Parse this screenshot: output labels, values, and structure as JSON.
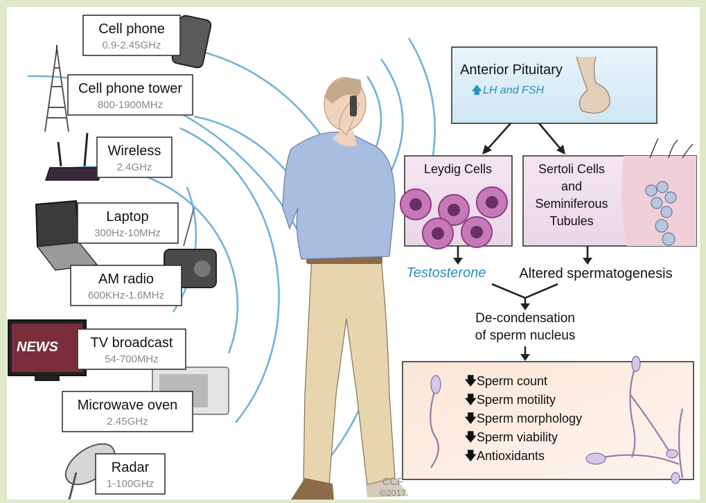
{
  "sources": [
    {
      "name": "Cell phone",
      "freq": "0.9-2.45GHz",
      "icon": "cell-phone-icon"
    },
    {
      "name": "Cell phone tower",
      "freq": "800-1900MHz",
      "icon": "cell-tower-icon"
    },
    {
      "name": "Wireless",
      "freq": "2.4GHz",
      "icon": "router-icon"
    },
    {
      "name": "Laptop",
      "freq": "300Hz-10MHz",
      "icon": "laptop-icon"
    },
    {
      "name": "AM radio",
      "freq": "600KHz-1.6MHz",
      "icon": "radio-icon"
    },
    {
      "name": "TV broadcast",
      "freq": "54-700MHz",
      "icon": "tv-icon"
    },
    {
      "name": "Microwave oven",
      "freq": "2.45GHz",
      "icon": "microwave-icon"
    },
    {
      "name": "Radar",
      "freq": "1-100GHz",
      "icon": "radar-dish-icon"
    }
  ],
  "tv_screen_text": "NEWS",
  "pituitary": {
    "title": "Anterior Pituitary",
    "effect": "LH and FSH"
  },
  "leydig": {
    "title": "Leydig Cells"
  },
  "sertoli": {
    "line1": "Sertoli Cells",
    "line2": "and",
    "line3": "Seminiferous",
    "line4": "Tubules"
  },
  "testosterone": "Testosterone",
  "altered": "Altered spermatogenesis",
  "decondensation": {
    "line1": "De-condensation",
    "line2": "of sperm nucleus"
  },
  "effects": [
    "Sperm count",
    "Sperm motility",
    "Sperm morphology",
    "Sperm viability",
    "Antioxidants"
  ],
  "credit": {
    "line1": "CCF",
    "line2": "©2017"
  },
  "colors": {
    "wave": "#6fb3d7",
    "accent_blue": "#2a8fc1",
    "cell_pink": "#c779b7",
    "panel_border": "#333333",
    "frame": "#dfe9c9"
  }
}
